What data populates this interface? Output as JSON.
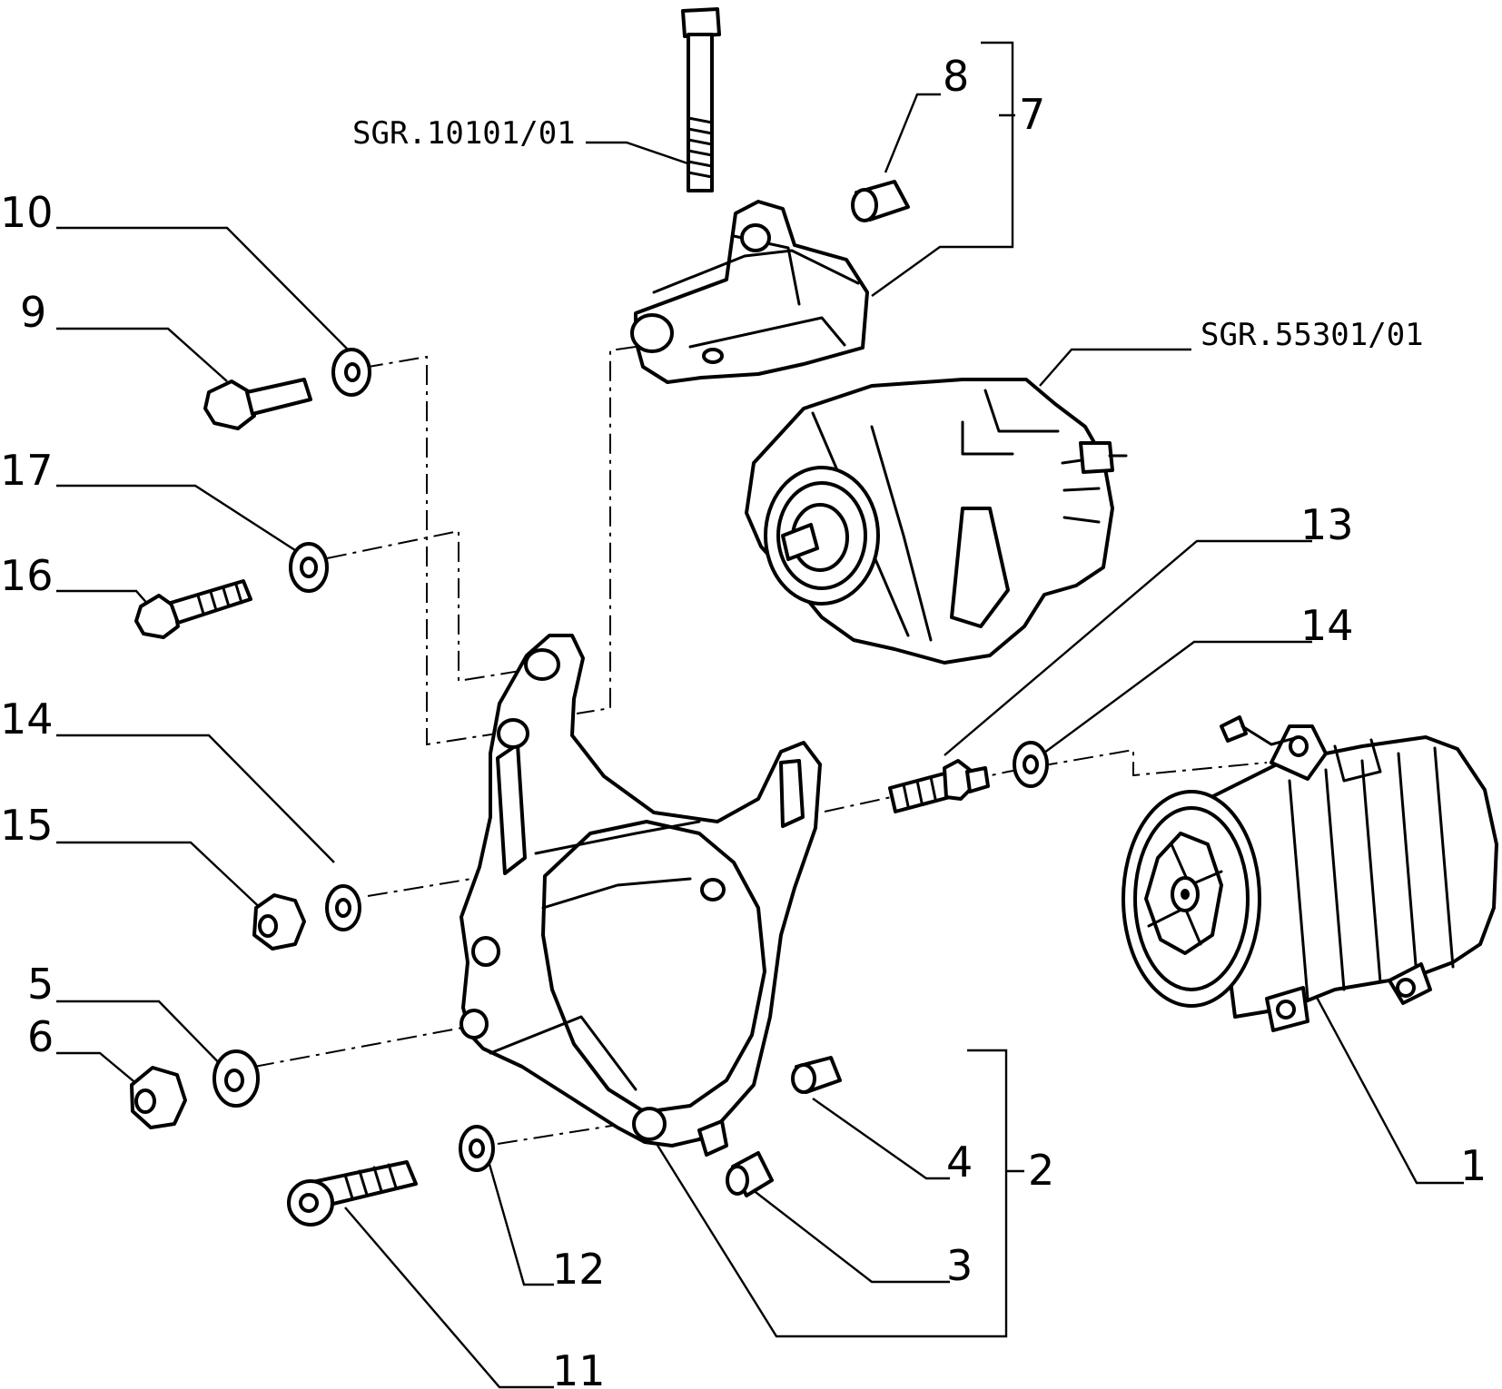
{
  "callouts": {
    "c1": "1",
    "c2": "2",
    "c3": "3",
    "c4": "4",
    "c5": "5",
    "c6": "6",
    "c7": "7",
    "c8": "8",
    "c9": "9",
    "c10": "10",
    "c11": "11",
    "c12": "12",
    "c13": "13",
    "c14a": "14",
    "c14b": "14",
    "c15": "15",
    "c16": "16",
    "c17": "17"
  },
  "references": {
    "bolt_ref": "SGR.10101/01",
    "alternator_ref": "SGR.55301/01"
  }
}
